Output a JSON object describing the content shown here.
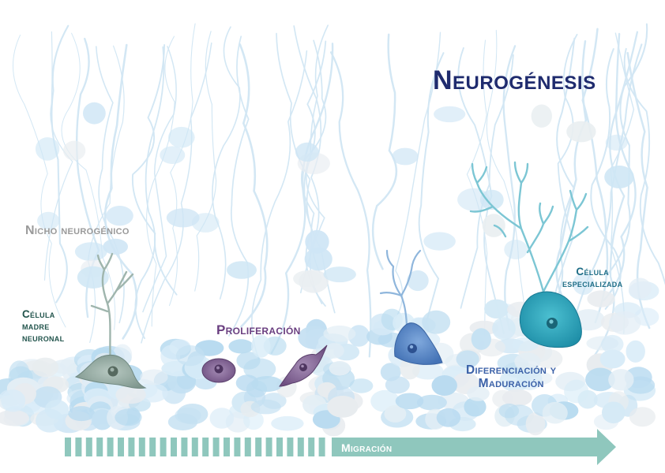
{
  "diagram": {
    "title": "Neurogénesis",
    "niche_label": "Nicho neurogénico",
    "stem_cell_label": [
      "Célula",
      "madre",
      "neuronal"
    ],
    "proliferation_label": "Proliferación",
    "specialized_cell_label": [
      "Célula",
      "especializada"
    ],
    "differentiation_label": [
      "Diferenciación y",
      "Maduración"
    ],
    "migration_label": "Migración"
  },
  "colors": {
    "title": "#1f2b6e",
    "niche": "#9a9a9a",
    "stem_cell": "#8fa59c",
    "proliferation": "#7a5a8a",
    "differentiated": "#4f7fc0",
    "specialized": "#2aa3b8",
    "migration_arrow": "#8fc7bd",
    "tissue": "#cfe6f4"
  }
}
